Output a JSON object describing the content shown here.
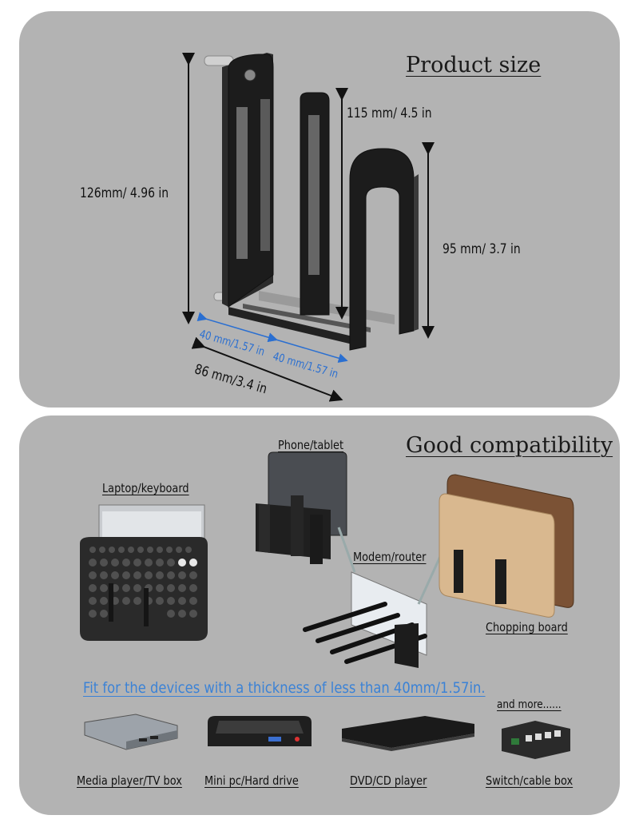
{
  "product_size": {
    "heading": "Product size",
    "dimensions": {
      "height_total": "126mm/ 4.96 in",
      "height_middle": "115 mm/ 4.5 in",
      "height_front": "95 mm/ 3.7 in",
      "gap_1": "40 mm/1.57 in",
      "gap_2": "40 mm/1.57 in",
      "depth": "86 mm/3.4 in"
    }
  },
  "compatibility": {
    "heading": "Good compatibility",
    "captions": {
      "phone_tablet": "Phone/tablet",
      "laptop_keyboard": "Laptop/keyboard",
      "modem_router": "Modem/router",
      "chopping_board": "Chopping board",
      "and_more": "and more......",
      "media_player": "Media player/TV box",
      "mini_pc": "Mini pc/Hard drive",
      "dvd_player": "DVD/CD player",
      "switch_box": "Switch/cable box"
    },
    "note": "Fit for the devices with a thickness of less than 40mm/1.57in.",
    "colors": {
      "note": "#3b82d6",
      "dimension_blue": "#2a6fd1",
      "panel": "#b3b3b3"
    }
  }
}
